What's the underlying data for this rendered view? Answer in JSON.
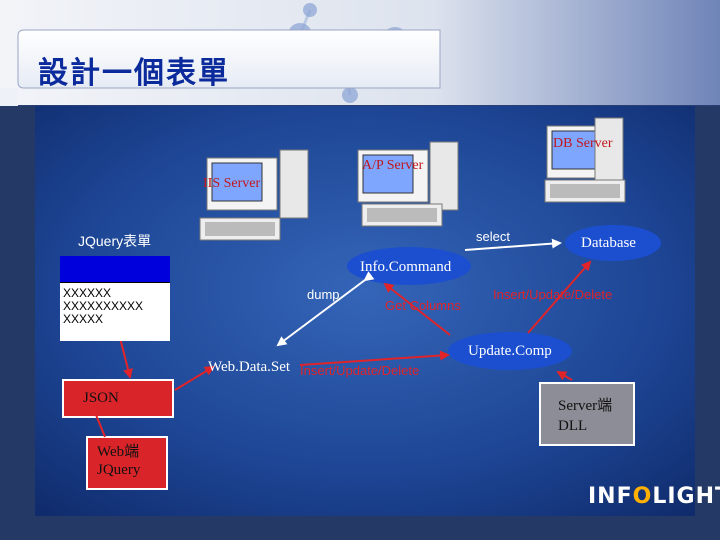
{
  "title": "設計一個表單",
  "servers": {
    "db": "DB Server",
    "ap": "A/P Server",
    "iis": "IIS Server"
  },
  "jquery_form": {
    "label": "JQuery表單",
    "rows": [
      "XXXXXX",
      "XXXXXXXXXX",
      "XXXXX"
    ]
  },
  "nodes": {
    "database": "Database",
    "info_command": "Info.Command",
    "update_comp": "Update.Comp",
    "json": "JSON",
    "web_jquery": "Web端\nJQuery",
    "web_dataset": "Web.Data.Set",
    "server_dll": "Server端\nDLL"
  },
  "edges": {
    "select": "select",
    "dump": "dump",
    "get_columns": "Get Columns",
    "insert_update_delete_top": "Insert/Update/Delete",
    "insert_update_delete_bottom": "Insert/Update/Delete"
  },
  "logo": {
    "text_left": "INF",
    "text_o": "O",
    "text_right": "LIGHT"
  },
  "colors": {
    "title": "#0b2a9c",
    "server_label": "#c0171d",
    "oval_fill": "#1b4fd0",
    "json_box": "#d9252a",
    "dll_box": "#8d8d97",
    "edge_label": "#e0242a",
    "background": "#1c3d8a"
  }
}
